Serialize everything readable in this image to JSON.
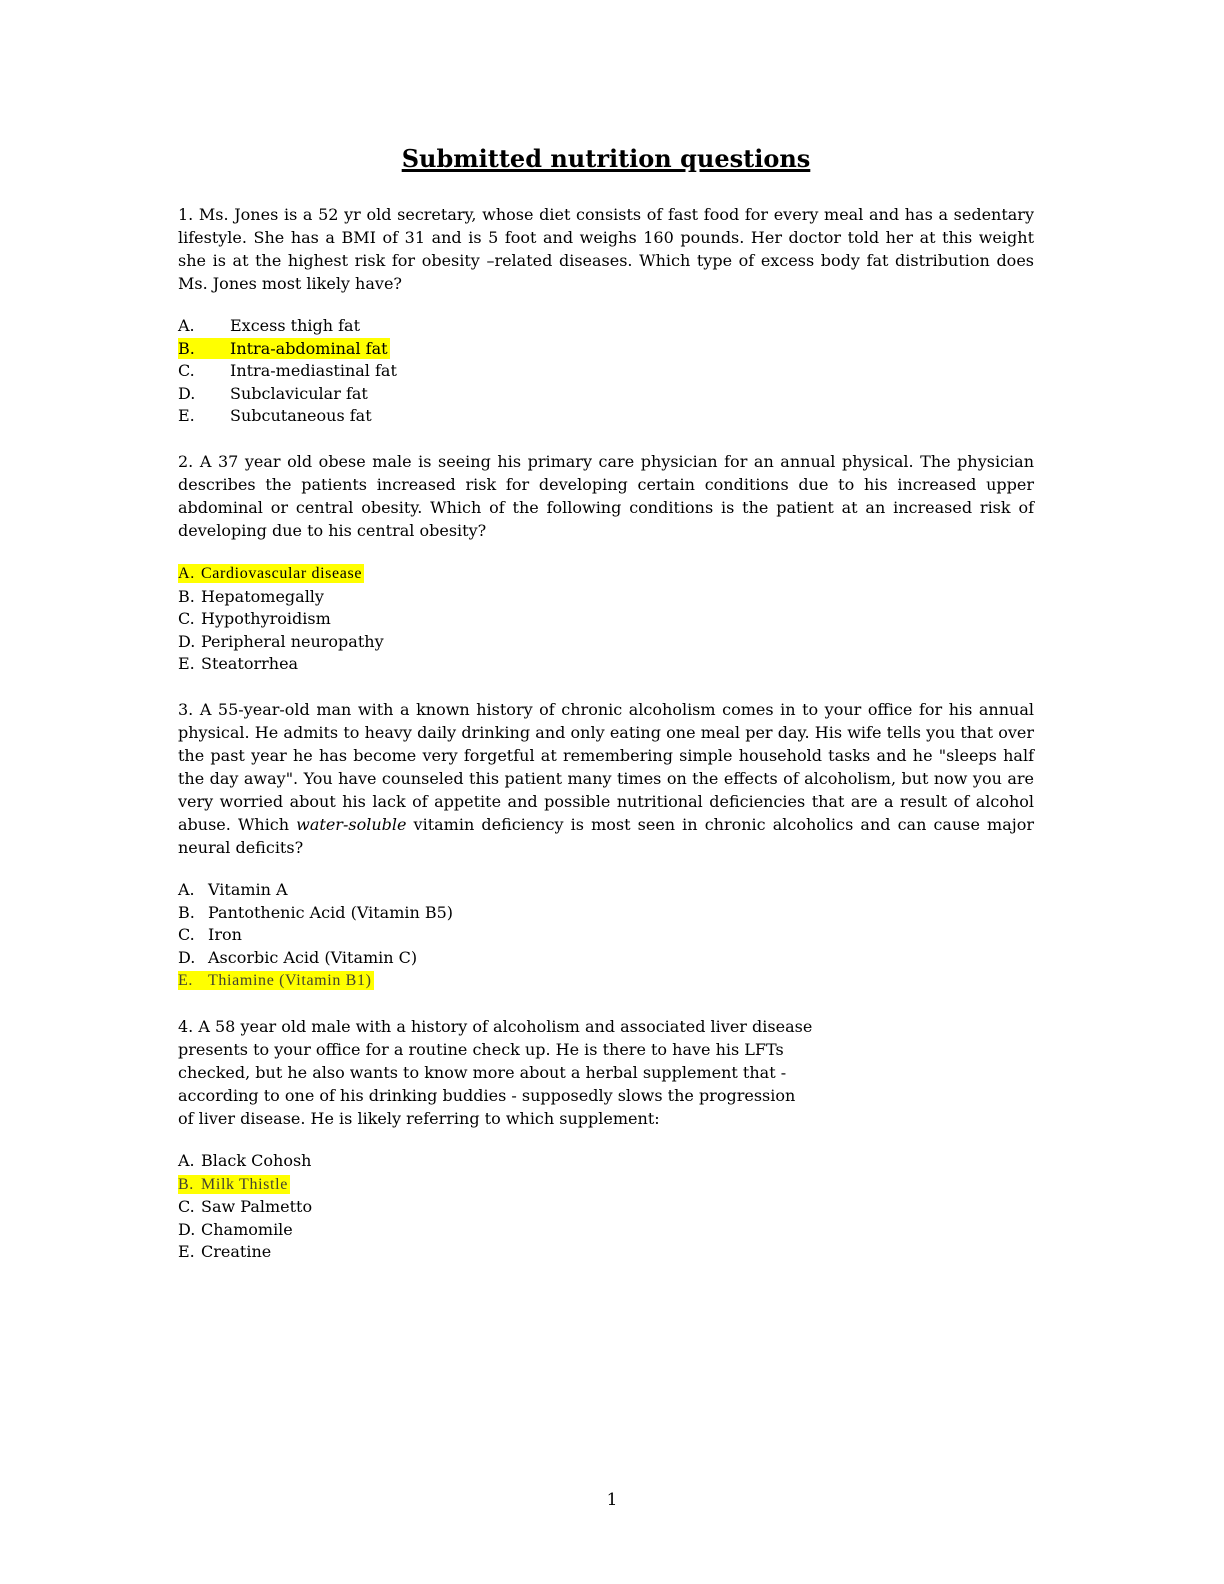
{
  "page": {
    "title": "Submitted nutrition questions",
    "page_number": "1",
    "highlight_color": "#ffff00"
  },
  "questions": [
    {
      "text": "1.  Ms. Jones is a 52 yr old secretary, whose diet consists of fast food for every meal and has a sedentary lifestyle.  She has a BMI of 31 and is 5 foot and weighs 160 pounds. Her doctor told her at this weight she is at the highest risk for obesity –related diseases.  Which type of excess body fat distribution does Ms. Jones most likely have?",
      "options": [
        {
          "letter": "A.",
          "text": "Excess thigh fat"
        },
        {
          "letter": "B.",
          "text": "Intra-abdominal fat",
          "highlighted": true
        },
        {
          "letter": "C.",
          "text": "Intra-mediastinal fat"
        },
        {
          "letter": "D.",
          "text": "Subclavicular fat"
        },
        {
          "letter": "E.",
          "text": "Subcutaneous fat"
        }
      ]
    },
    {
      "text": "2.  A 37 year old obese male is seeing his primary care physician for an annual physical. The physician describes the patients increased risk for developing certain conditions due to his increased upper abdominal or central obesity. Which of the following conditions is the patient at an increased risk of developing due to his central obesity?",
      "options": [
        {
          "letter": "A.",
          "text": "Cardiovascular disease",
          "highlighted": true,
          "alt_style": true
        },
        {
          "letter": "B.",
          "text": "Hepatomegally"
        },
        {
          "letter": "C.",
          "text": "Hypothyroidism"
        },
        {
          "letter": "D.",
          "text": "Peripheral neuropathy"
        },
        {
          "letter": "E.",
          "text": "Steatorrhea"
        }
      ]
    },
    {
      "text_before": "3.  A 55-year-old man with a known history of chronic alcoholism comes in to your office for his annual physical.  He admits to heavy daily drinking and only eating one meal per day.  His wife tells you that over the past year he has become very forgetful at remembering simple household tasks and he \"sleeps half the day away\".  You have counseled this patient many times on the effects of alcoholism, but now you are very worried about his lack of appetite and possible nutritional deficiencies that are a result of alcohol abuse. Which ",
      "text_emphasis": "water-soluble",
      "text_after": " vitamin deficiency is most seen in chronic alcoholics and can cause major neural deficits?",
      "options": [
        {
          "letter": "A.",
          "text": "Vitamin A"
        },
        {
          "letter": "B.",
          "text": "Pantothenic Acid (Vitamin B5)"
        },
        {
          "letter": "C.",
          "text": "Iron"
        },
        {
          "letter": "D.",
          "text": "Ascorbic Acid (Vitamin C)"
        },
        {
          "letter": "E.",
          "text": "Thiamine (Vitamin B1)",
          "highlighted": true,
          "alt_style": true,
          "text_color": "#44442e"
        }
      ]
    },
    {
      "text": "4.  A 58 year old male with a history of alcoholism and associated liver disease\npresents to your office for a routine check up. He is there to have his LFTs\nchecked, but he also wants to know more about a herbal supplement that -\naccording to one of his drinking buddies - supposedly slows the progression\nof liver disease. He is likely referring to which supplement:",
      "options": [
        {
          "letter": "A.",
          "text": "Black Cohosh"
        },
        {
          "letter": "B.",
          "text": "Milk Thistle",
          "highlighted": true,
          "alt_style": true,
          "text_color": "#44442e"
        },
        {
          "letter": "C.",
          "text": "Saw Palmetto"
        },
        {
          "letter": "D.",
          "text": "Chamomile"
        },
        {
          "letter": "E.",
          "text": "Creatine"
        }
      ]
    }
  ]
}
